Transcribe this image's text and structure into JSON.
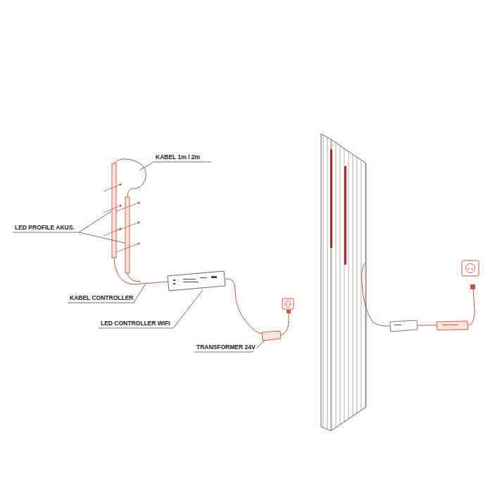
{
  "diagram": {
    "labels": [
      "KABEL 1m / 2m",
      "LED PROFILE AKUS.",
      "KABEL CONTROLLER",
      "LED CONTROLLER WIFI",
      "TRANSFORMER 24V"
    ]
  }
}
